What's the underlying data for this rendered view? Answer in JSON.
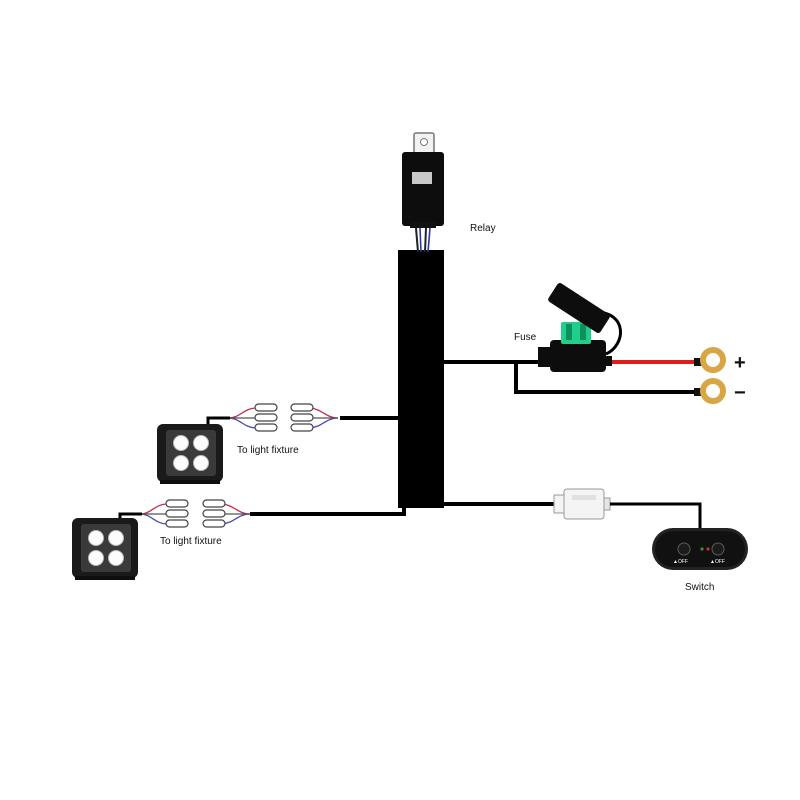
{
  "labels": {
    "relay": "Relay",
    "fuse": "Fuse",
    "positive": "+",
    "negative": "−",
    "light_fixture_top": "To light fixture",
    "light_fixture_bottom": "To light fixture",
    "switch": "Switch",
    "switch_left_marking": "▲OFF",
    "switch_right_marking": "▲OFF"
  },
  "colors": {
    "harness": "#000000",
    "positive_wire": "#e01b1b",
    "relay_signal_wire": "#2a3a9a",
    "fuse_element": "#1fcf8a",
    "ring_terminal": "#d9a645",
    "light_signal_wire_a": "#c0304a",
    "light_signal_wire_b": "#4a4ab0"
  },
  "icons": [
    "relay-icon",
    "fuse-holder-icon",
    "ring-terminal-icon",
    "work-light-icon",
    "connector-plug-icon",
    "rocker-switch-icon"
  ]
}
